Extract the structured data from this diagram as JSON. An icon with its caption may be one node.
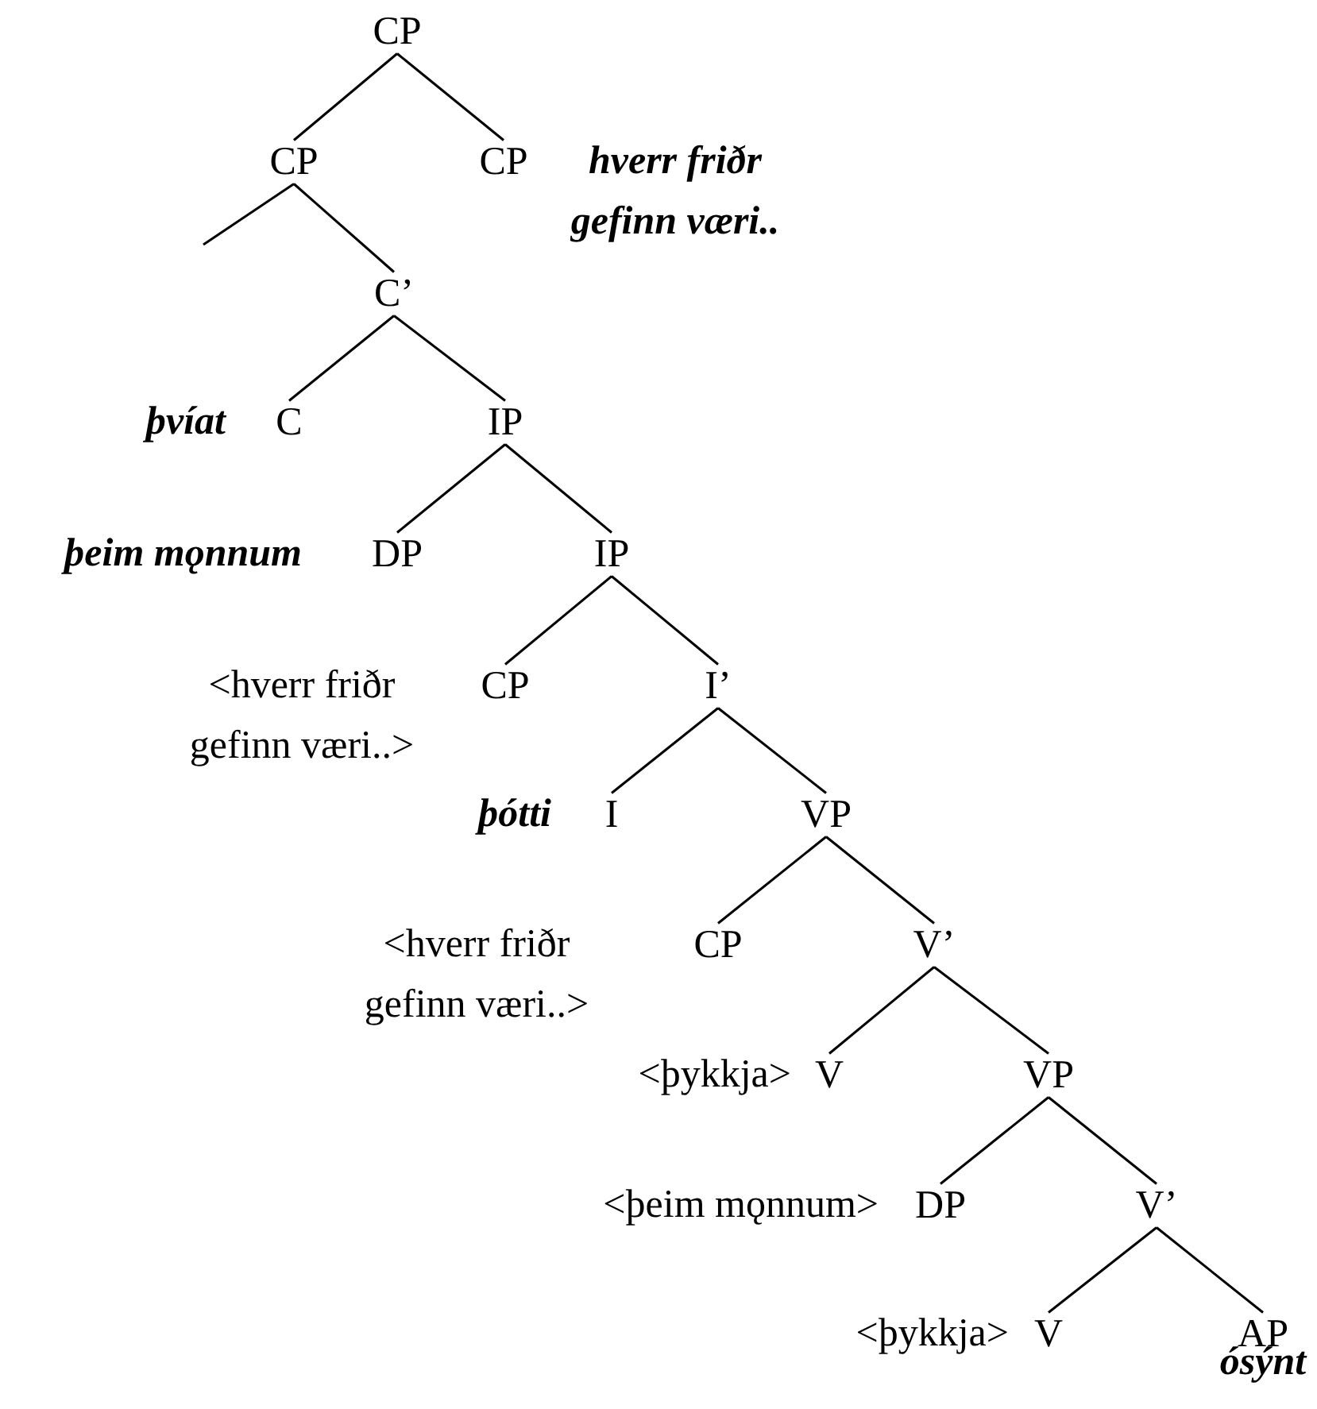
{
  "diagram": {
    "nodes": [
      {
        "text": [
          "CP"
        ]
      },
      {
        "text": [
          "CP"
        ]
      },
      {
        "text": [
          "CP"
        ],
        "beside": [
          "hverr friðr gefinn væri.."
        ]
      },
      {
        "text": [
          "C’"
        ]
      },
      {
        "text": [
          "C"
        ],
        "beside": [
          "þvíat"
        ]
      },
      {
        "text": [
          "IP"
        ]
      },
      {
        "text": [
          "DP"
        ],
        "beside": [
          "þeim mǫnnum"
        ]
      },
      {
        "text": [
          "IP"
        ]
      },
      {
        "text": [
          "CP"
        ],
        "beside": [
          "<hverr friðr gefinn væri..>"
        ]
      },
      {
        "text": [
          "I’"
        ]
      },
      {
        "text": [
          "I"
        ],
        "beside": [
          "þótti"
        ]
      },
      {
        "text": [
          "VP"
        ]
      },
      {
        "text": [
          "CP"
        ],
        "beside": [
          "<hverr friðr gefinn væri..>"
        ]
      },
      {
        "text": [
          "V’"
        ]
      },
      {
        "text": [
          "V"
        ],
        "beside": [
          "<þykkja>"
        ]
      },
      {
        "text": [
          "VP"
        ]
      },
      {
        "text": [
          "DP"
        ],
        "beside": [
          "<þeim mǫnnum>"
        ]
      },
      {
        "text": [
          "V’"
        ]
      },
      {
        "text": [
          "V"
        ],
        "beside": [
          "<þykkja>"
        ]
      },
      {
        "text": [
          "AP"
        ],
        "beside": [
          "ósýnt"
        ]
      }
    ],
    "edges": [
      {
        "from": 0,
        "to": 1,
        "arrow": "none"
      },
      {
        "from": 0,
        "to": 2,
        "arrow": "none"
      },
      {
        "from": 1,
        "to": null,
        "arrow": "none"
      },
      {
        "from": 1,
        "to": 3,
        "arrow": "none"
      },
      {
        "from": 3,
        "to": 4,
        "arrow": "none"
      },
      {
        "from": 3,
        "to": 5,
        "arrow": "none"
      },
      {
        "from": 5,
        "to": 6,
        "arrow": "none"
      },
      {
        "from": 5,
        "to": 7,
        "arrow": "none"
      },
      {
        "from": 7,
        "to": 8,
        "arrow": "none"
      },
      {
        "from": 7,
        "to": 9,
        "arrow": "none"
      },
      {
        "from": 9,
        "to": 10,
        "arrow": "none"
      },
      {
        "from": 9,
        "to": 11,
        "arrow": "none"
      },
      {
        "from": 11,
        "to": 12,
        "arrow": "none"
      },
      {
        "from": 11,
        "to": 13,
        "arrow": "none"
      },
      {
        "from": 13,
        "to": 14,
        "arrow": "none"
      },
      {
        "from": 13,
        "to": 15,
        "arrow": "none"
      },
      {
        "from": 15,
        "to": 16,
        "arrow": "none"
      },
      {
        "from": 15,
        "to": 17,
        "arrow": "none"
      },
      {
        "from": 17,
        "to": 18,
        "arrow": "none"
      },
      {
        "from": 17,
        "to": 19,
        "arrow": "none"
      }
    ]
  }
}
